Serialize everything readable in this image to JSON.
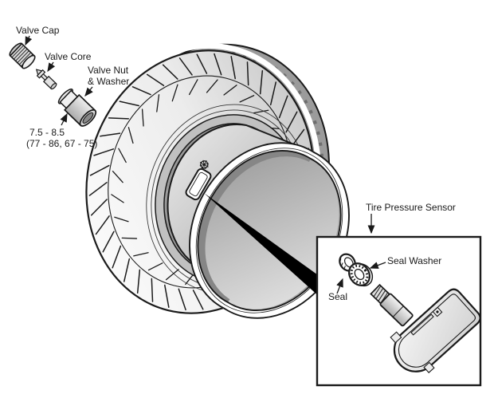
{
  "labels": {
    "valve_cap": "Valve Cap",
    "valve_core": "Valve Core",
    "valve_nut_line1": "Valve Nut",
    "valve_nut_line2": "& Washer",
    "torque_line1": "7.5 - 8.5",
    "torque_line2": "(77 - 86, 67 - 75)",
    "tire_pressure_sensor": "Tire Pressure Sensor",
    "seal_washer": "Seal Washer",
    "seal": "Seal"
  },
  "colors": {
    "line": "#1a1a1a",
    "tread_band": "#9b9b9b",
    "tire_light": "#ffffff",
    "tire_shade": "#c8c8c8",
    "shoulder": "#c0c0c0",
    "opening": "#9a9a9a",
    "wedge": "#000000",
    "background": "#ffffff"
  }
}
